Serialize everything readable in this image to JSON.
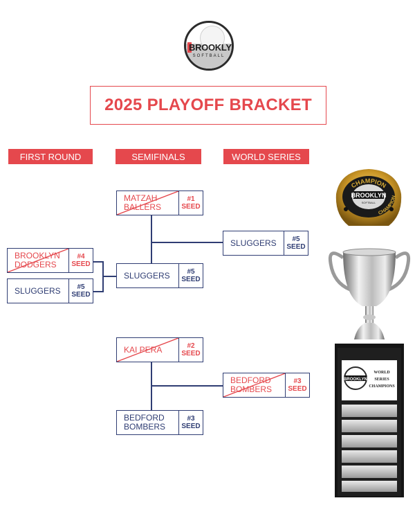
{
  "logo": {
    "word": "BROOKLYN",
    "sub": "SOFTBALL"
  },
  "title": "2025 PLAYOFF BRACKET",
  "rounds": [
    "FIRST ROUND",
    "SEMIFINALS",
    "WORLD SERIES"
  ],
  "first_round": [
    {
      "name1": "BROOKLYN",
      "name2": "DODGERS",
      "seed": "#4",
      "seed_word": "SEED"
    },
    {
      "name1": "SLUGGERS",
      "name2": "",
      "seed": "#5",
      "seed_word": "SEED"
    }
  ],
  "semifinals": [
    {
      "name1": "MATZAH",
      "name2": "BALLERS",
      "seed": "#1",
      "seed_word": "SEED"
    },
    {
      "name1": "SLUGGERS",
      "name2": "",
      "seed": "#5",
      "seed_word": "SEED"
    },
    {
      "name1": "KAI PERA",
      "name2": "",
      "seed": "#2",
      "seed_word": "SEED"
    },
    {
      "name1": "BEDFORD",
      "name2": "BOMBERS",
      "seed": "#3",
      "seed_word": "SEED"
    }
  ],
  "world_series": [
    {
      "name1": "SLUGGERS",
      "name2": "",
      "seed": "#5",
      "seed_word": "SEED"
    },
    {
      "name1": "BEDFORD",
      "name2": "BOMBERS",
      "seed": "#3",
      "seed_word": "SEED"
    }
  ],
  "ring": {
    "text_top": "CHAMPION",
    "text_side": "CHAMPION",
    "word": "BROOKLYN",
    "sub": "SOFTBALL"
  },
  "trophy": {
    "plaque_line1": "WORLD",
    "plaque_line2": "SERIES",
    "plaque_line3": "CHAMPIONS",
    "word": "BROOKLYN"
  },
  "colors": {
    "accent": "#e5484d",
    "navy": "#2f3d73"
  }
}
